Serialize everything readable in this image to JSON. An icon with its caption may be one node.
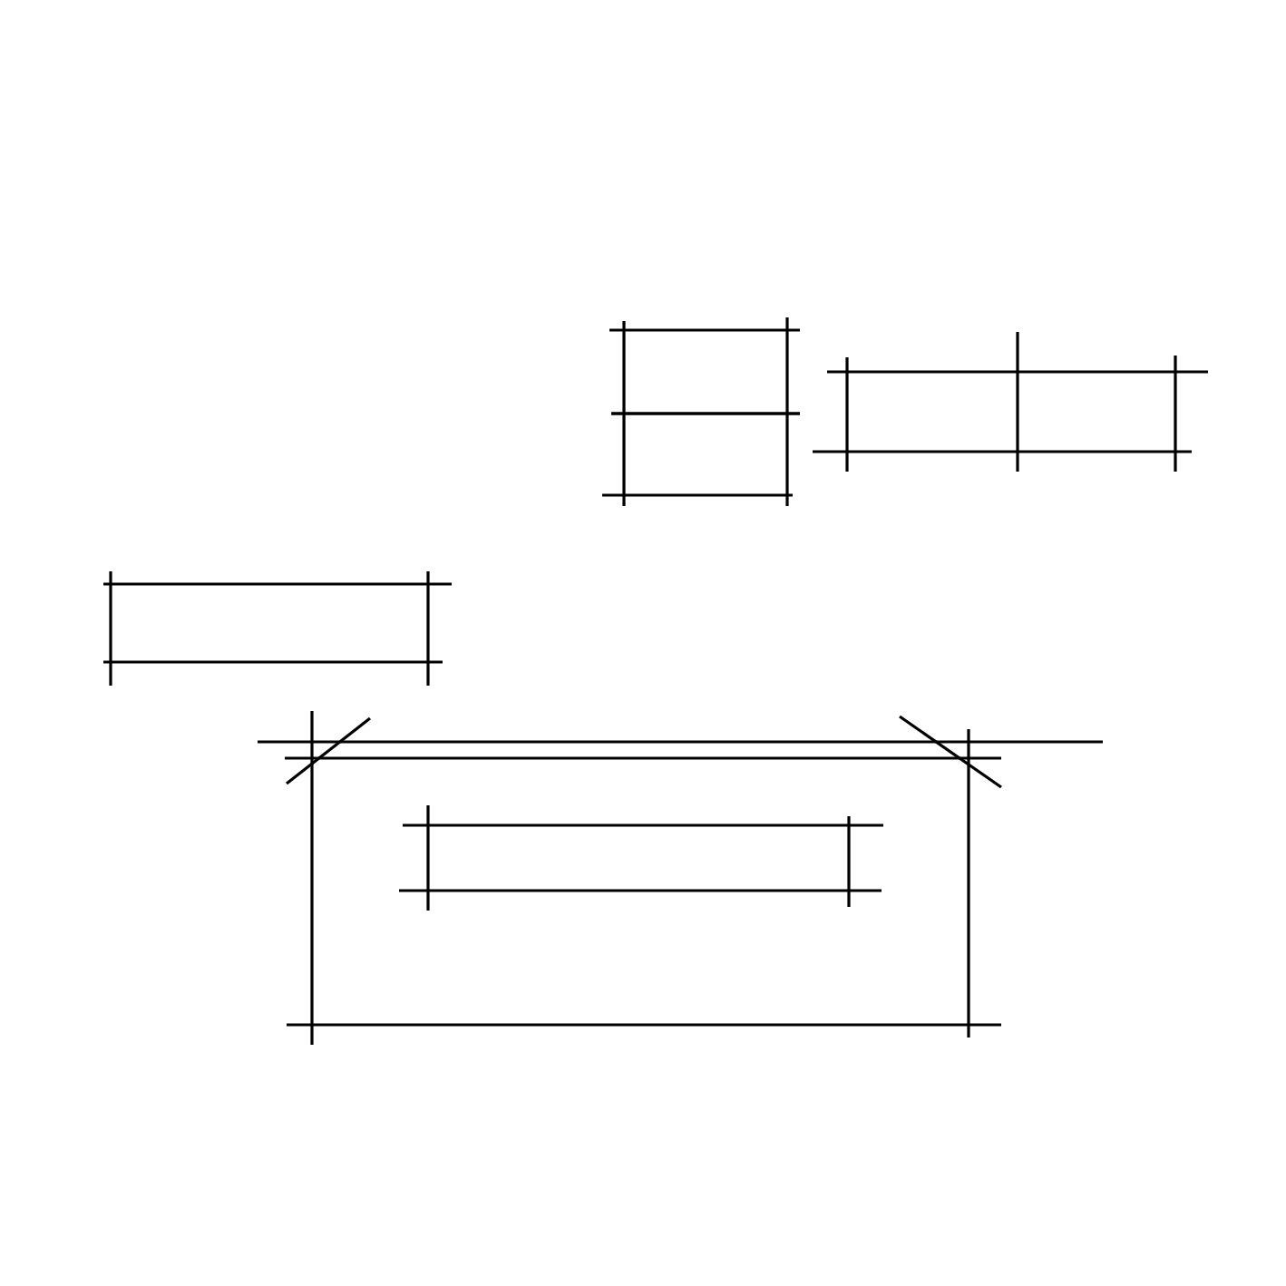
{
  "diagram": {
    "nodes": [
      {
        "text": [],
        "shape": "box"
      },
      {
        "text": [],
        "shape": "box"
      },
      {
        "text": [],
        "shape": "box"
      },
      {
        "text": [],
        "shape": "box"
      },
      {
        "text": [],
        "shape": "box"
      },
      {
        "text": [],
        "shape": "box"
      },
      {
        "text": [],
        "shape": "box",
        "in": 5
      }
    ]
  }
}
